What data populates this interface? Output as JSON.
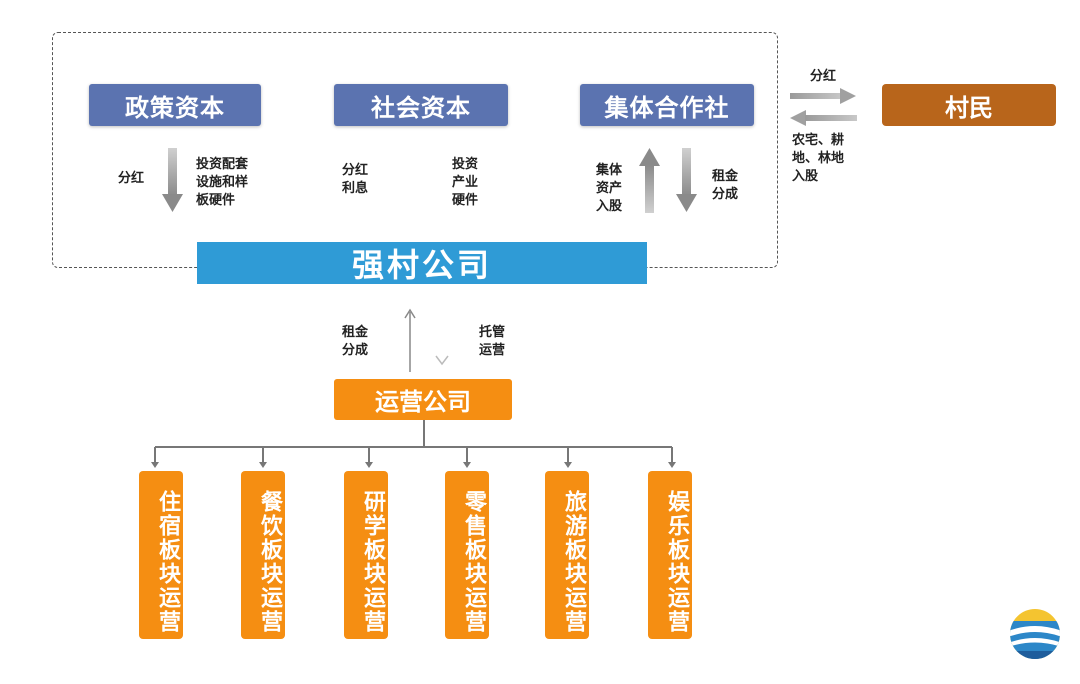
{
  "boxes": {
    "policy_capital": "政策资本",
    "social_capital": "社会资本",
    "collective_coop": "集体合作社",
    "villagers": "村民",
    "strong_village_company": "强村公司",
    "operating_company": "运营公司"
  },
  "labels": {
    "policy_dividend": "分红",
    "policy_invest": "投资配套\n设施和样\n板硬件",
    "social_dividend": "分红\n利息",
    "social_invest": "投资\n产业\n硬件",
    "coop_assets": "集体\n资产\n入股",
    "coop_rent": "租金\n分成",
    "villager_dividend": "分红",
    "villager_shares": "农宅、耕\n地、林地\n入股",
    "company_rent": "租金\n分成",
    "company_trust": "托管\n运营"
  },
  "segments": [
    "住宿板块运营",
    "餐饮板块运营",
    "研学板块运营",
    "零售板块运营",
    "旅游板块运营",
    "娱乐板块运营"
  ],
  "colors": {
    "blue_box": "#5b73b0",
    "main_box": "#2f9bd6",
    "orange": "#f58e12",
    "brown": "#b8651b"
  }
}
